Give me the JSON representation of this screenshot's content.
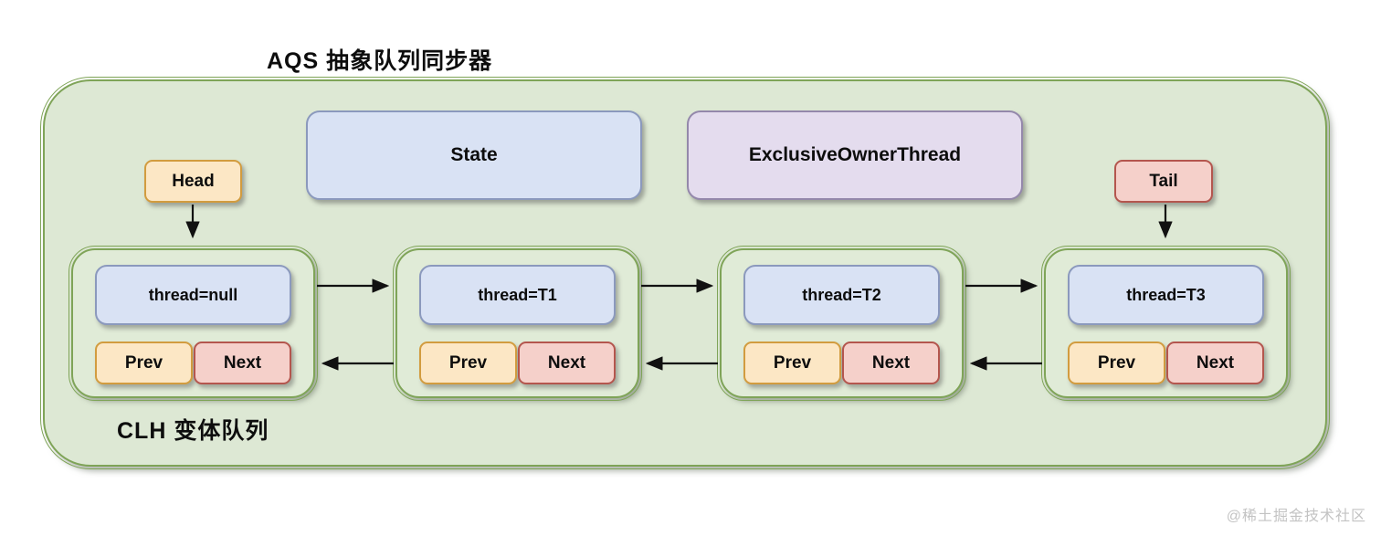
{
  "diagram": {
    "title": "AQS 抽象队列同步器",
    "container_label": "CLH 变体队列",
    "fields": {
      "head": "Head",
      "state": "State",
      "exclusive_owner_thread": "ExclusiveOwnerThread",
      "tail": "Tail"
    },
    "queue": {
      "nodes": [
        {
          "thread": "thread=null",
          "prev_label": "Prev",
          "next_label": "Next"
        },
        {
          "thread": "thread=T1",
          "prev_label": "Prev",
          "next_label": "Next"
        },
        {
          "thread": "thread=T2",
          "prev_label": "Prev",
          "next_label": "Next"
        },
        {
          "thread": "thread=T3",
          "prev_label": "Prev",
          "next_label": "Next"
        }
      ],
      "edges": [
        {
          "from": "head",
          "to": "node-0",
          "type": "pointer-down"
        },
        {
          "from": "tail",
          "to": "node-3",
          "type": "pointer-down"
        },
        {
          "from": "node-0",
          "to": "node-1",
          "type": "next-forward"
        },
        {
          "from": "node-1",
          "to": "node-2",
          "type": "next-forward"
        },
        {
          "from": "node-2",
          "to": "node-3",
          "type": "next-forward"
        },
        {
          "from": "node-1",
          "to": "node-0",
          "type": "prev-backward"
        },
        {
          "from": "node-2",
          "to": "node-1",
          "type": "prev-backward"
        },
        {
          "from": "node-3",
          "to": "node-2",
          "type": "prev-backward"
        }
      ]
    },
    "colors": {
      "container_fill": "#dde8d4",
      "container_border": "#7fa458",
      "node_fill": "#e0ebd7",
      "blue_fill": "#d9e2f4",
      "blue_border": "#8b99bd",
      "orange_fill": "#fce7c5",
      "orange_border": "#d29c3f",
      "pink_fill": "#f5d0ca",
      "pink_border": "#b4564e",
      "purple_fill": "#e4dcee",
      "purple_border": "#9488ab"
    }
  },
  "watermark": "@稀土掘金技术社区"
}
